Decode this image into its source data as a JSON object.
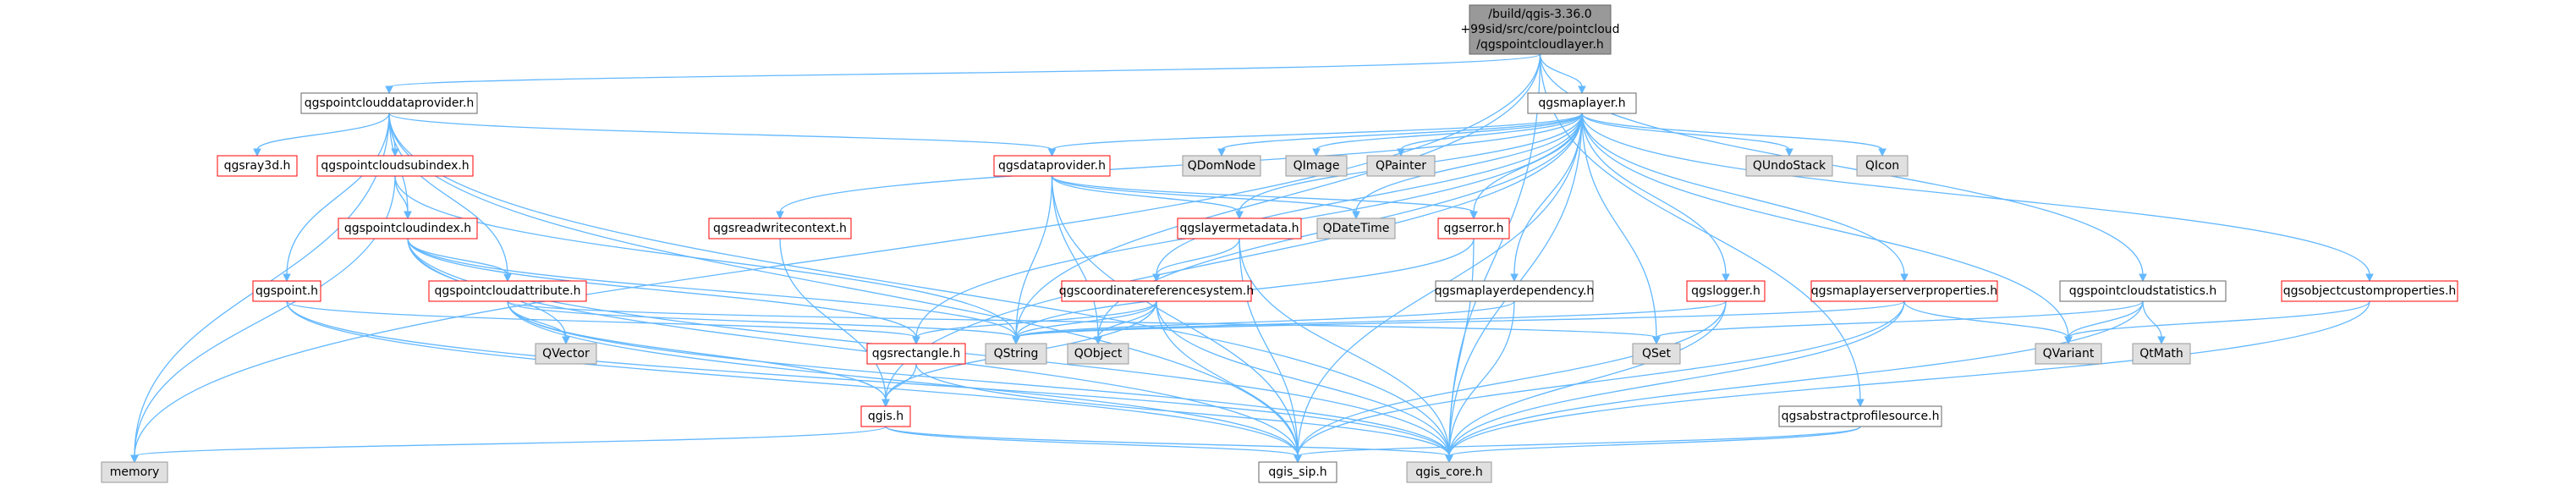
{
  "title": "/build/qgis-3.36.0+99sid/src/core/pointcloud/qgspointcloudlayer.h",
  "colors": {
    "edge": "#63b8ff",
    "root_fill": "#999999",
    "header_border_black": "#666666",
    "header_border_red": "#ff0000",
    "system_fill": "#e0e0e0",
    "system_border": "#999999"
  },
  "nodes": [
    {
      "id": "root",
      "lines": [
        "/build/qgis-3.36.0",
        "+99sid/src/core/pointcloud",
        "/qgspointcloudlayer.h"
      ],
      "kind": "root"
    },
    {
      "id": "pcdataprovider",
      "lines": [
        "qgspointclouddataprovider.h"
      ],
      "kind": "black"
    },
    {
      "id": "maplayer",
      "lines": [
        "qgsmaplayer.h"
      ],
      "kind": "black"
    },
    {
      "id": "ray3d",
      "lines": [
        "qgsray3d.h"
      ],
      "kind": "red"
    },
    {
      "id": "pcsubindex",
      "lines": [
        "qgspointcloudsubindex.h"
      ],
      "kind": "red"
    },
    {
      "id": "dataprovider",
      "lines": [
        "qgsdataprovider.h"
      ],
      "kind": "red"
    },
    {
      "id": "QDomNode",
      "lines": [
        "QDomNode"
      ],
      "kind": "gray"
    },
    {
      "id": "QImage",
      "lines": [
        "QImage"
      ],
      "kind": "gray"
    },
    {
      "id": "QPainter",
      "lines": [
        "QPainter"
      ],
      "kind": "gray"
    },
    {
      "id": "QUndoStack",
      "lines": [
        "QUndoStack"
      ],
      "kind": "gray"
    },
    {
      "id": "QIcon",
      "lines": [
        "QIcon"
      ],
      "kind": "gray"
    },
    {
      "id": "pcindex",
      "lines": [
        "qgspointcloudindex.h"
      ],
      "kind": "red"
    },
    {
      "id": "readwrite",
      "lines": [
        "qgsreadwritecontext.h"
      ],
      "kind": "red"
    },
    {
      "id": "layermeta",
      "lines": [
        "qgslayermetadata.h"
      ],
      "kind": "red"
    },
    {
      "id": "QDateTime",
      "lines": [
        "QDateTime"
      ],
      "kind": "gray"
    },
    {
      "id": "error",
      "lines": [
        "qgserror.h"
      ],
      "kind": "red"
    },
    {
      "id": "point",
      "lines": [
        "qgspoint.h"
      ],
      "kind": "red"
    },
    {
      "id": "pcattr",
      "lines": [
        "qgspointcloudattribute.h"
      ],
      "kind": "red"
    },
    {
      "id": "crs",
      "lines": [
        "qgscoordinatereferencesystem.h"
      ],
      "kind": "red"
    },
    {
      "id": "mldep",
      "lines": [
        "qgsmaplayerdependency.h"
      ],
      "kind": "black"
    },
    {
      "id": "logger",
      "lines": [
        "qgslogger.h"
      ],
      "kind": "red"
    },
    {
      "id": "mlserver",
      "lines": [
        "qgsmaplayerserverproperties.h"
      ],
      "kind": "red"
    },
    {
      "id": "pcstats",
      "lines": [
        "qgspointcloudstatistics.h"
      ],
      "kind": "black"
    },
    {
      "id": "objcustom",
      "lines": [
        "qgsobjectcustomproperties.h"
      ],
      "kind": "red"
    },
    {
      "id": "QVector",
      "lines": [
        "QVector"
      ],
      "kind": "gray"
    },
    {
      "id": "rectangle",
      "lines": [
        "qgsrectangle.h"
      ],
      "kind": "red"
    },
    {
      "id": "QString",
      "lines": [
        "QString"
      ],
      "kind": "gray"
    },
    {
      "id": "QObject",
      "lines": [
        "QObject"
      ],
      "kind": "gray"
    },
    {
      "id": "QSet",
      "lines": [
        "QSet"
      ],
      "kind": "gray"
    },
    {
      "id": "QVariant",
      "lines": [
        "QVariant"
      ],
      "kind": "gray"
    },
    {
      "id": "QtMath",
      "lines": [
        "QtMath"
      ],
      "kind": "gray"
    },
    {
      "id": "qgish",
      "lines": [
        "qgis.h"
      ],
      "kind": "red"
    },
    {
      "id": "profilesource",
      "lines": [
        "qgsabstractprofilesource.h"
      ],
      "kind": "black"
    },
    {
      "id": "memory",
      "lines": [
        "memory"
      ],
      "kind": "gray"
    },
    {
      "id": "qgis_sip",
      "lines": [
        "qgis_sip.h"
      ],
      "kind": "black"
    },
    {
      "id": "qgis_core",
      "lines": [
        "qgis_core.h"
      ],
      "kind": "gray"
    }
  ],
  "edges": [
    [
      "root",
      "pcdataprovider"
    ],
    [
      "root",
      "maplayer"
    ],
    [
      "root",
      "memory"
    ],
    [
      "root",
      "QString"
    ],
    [
      "root",
      "pcstats"
    ],
    [
      "root",
      "profilesource"
    ],
    [
      "root",
      "qgis_core"
    ],
    [
      "pcdataprovider",
      "ray3d"
    ],
    [
      "pcdataprovider",
      "pcsubindex"
    ],
    [
      "pcdataprovider",
      "dataprovider"
    ],
    [
      "pcdataprovider",
      "pcindex"
    ],
    [
      "pcdataprovider",
      "point"
    ],
    [
      "pcdataprovider",
      "pcattr"
    ],
    [
      "pcdataprovider",
      "memory"
    ],
    [
      "pcdataprovider",
      "qgis_sip"
    ],
    [
      "pcdataprovider",
      "qgis_core"
    ],
    [
      "pcsubindex",
      "pcindex"
    ],
    [
      "pcsubindex",
      "memory"
    ],
    [
      "pcsubindex",
      "QString"
    ],
    [
      "pcindex",
      "pcattr"
    ],
    [
      "pcindex",
      "QVector"
    ],
    [
      "pcindex",
      "rectangle"
    ],
    [
      "pcindex",
      "QString"
    ],
    [
      "pcindex",
      "qgis_sip"
    ],
    [
      "pcindex",
      "qgis_core"
    ],
    [
      "pcattr",
      "QVector"
    ],
    [
      "pcattr",
      "QString"
    ],
    [
      "pcattr",
      "QSet"
    ],
    [
      "pcattr",
      "qgish"
    ],
    [
      "pcattr",
      "qgis_sip"
    ],
    [
      "pcattr",
      "qgis_core"
    ],
    [
      "point",
      "rectangle"
    ],
    [
      "point",
      "qgis_sip"
    ],
    [
      "point",
      "qgis_core"
    ],
    [
      "maplayer",
      "QDomNode"
    ],
    [
      "maplayer",
      "QImage"
    ],
    [
      "maplayer",
      "QPainter"
    ],
    [
      "maplayer",
      "QUndoStack"
    ],
    [
      "maplayer",
      "QIcon"
    ],
    [
      "maplayer",
      "dataprovider"
    ],
    [
      "maplayer",
      "readwrite"
    ],
    [
      "maplayer",
      "layermeta"
    ],
    [
      "maplayer",
      "QDateTime"
    ],
    [
      "maplayer",
      "error"
    ],
    [
      "maplayer",
      "crs"
    ],
    [
      "maplayer",
      "mldep"
    ],
    [
      "maplayer",
      "logger"
    ],
    [
      "maplayer",
      "mlserver"
    ],
    [
      "maplayer",
      "objcustom"
    ],
    [
      "maplayer",
      "rectangle"
    ],
    [
      "maplayer",
      "QSet"
    ],
    [
      "maplayer",
      "QVariant"
    ],
    [
      "maplayer",
      "QObject"
    ],
    [
      "maplayer",
      "qgish"
    ],
    [
      "maplayer",
      "qgis_sip"
    ],
    [
      "maplayer",
      "qgis_core"
    ],
    [
      "dataprovider",
      "QDateTime"
    ],
    [
      "dataprovider",
      "QObject"
    ],
    [
      "dataprovider",
      "QString"
    ],
    [
      "dataprovider",
      "layermeta"
    ],
    [
      "dataprovider",
      "error"
    ],
    [
      "dataprovider",
      "qgis_sip"
    ],
    [
      "readwrite",
      "qgish"
    ],
    [
      "layermeta",
      "crs"
    ],
    [
      "layermeta",
      "qgis_sip"
    ],
    [
      "layermeta",
      "qgis_core"
    ],
    [
      "error",
      "QString"
    ],
    [
      "error",
      "qgis_core"
    ],
    [
      "crs",
      "QString"
    ],
    [
      "crs",
      "QObject"
    ],
    [
      "crs",
      "rectangle"
    ],
    [
      "crs",
      "qgish"
    ],
    [
      "crs",
      "qgis_sip"
    ],
    [
      "crs",
      "qgis_core"
    ],
    [
      "mldep",
      "QString"
    ],
    [
      "mldep",
      "qgis_core"
    ],
    [
      "logger",
      "QString"
    ],
    [
      "logger",
      "qgis_sip"
    ],
    [
      "logger",
      "qgis_core"
    ],
    [
      "mlserver",
      "QVariant"
    ],
    [
      "mlserver",
      "QString"
    ],
    [
      "mlserver",
      "qgis_sip"
    ],
    [
      "mlserver",
      "qgis_core"
    ],
    [
      "pcstats",
      "QSet"
    ],
    [
      "pcstats",
      "QVariant"
    ],
    [
      "pcstats",
      "QtMath"
    ],
    [
      "pcstats",
      "qgis_core"
    ],
    [
      "objcustom",
      "QVariant"
    ],
    [
      "objcustom",
      "qgis_core"
    ],
    [
      "rectangle",
      "qgish"
    ],
    [
      "rectangle",
      "qgis_core"
    ],
    [
      "qgish",
      "memory"
    ],
    [
      "qgish",
      "qgis_sip"
    ],
    [
      "qgish",
      "qgis_core"
    ],
    [
      "profilesource",
      "qgis_sip"
    ],
    [
      "profilesource",
      "qgis_core"
    ]
  ]
}
